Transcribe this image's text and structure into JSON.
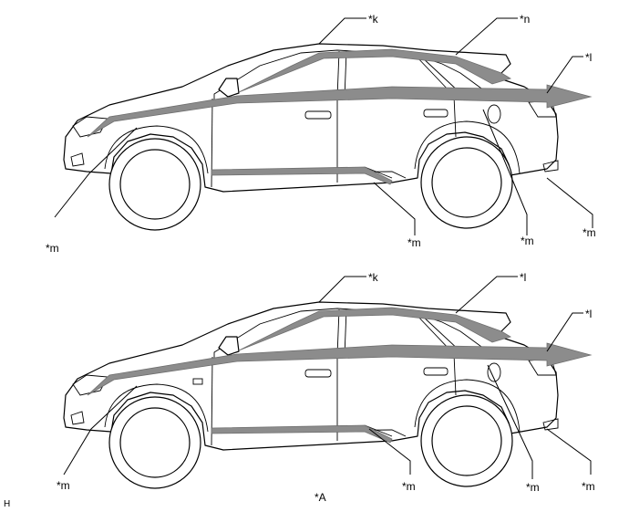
{
  "figure_code": "H",
  "caption": "*A",
  "colors": {
    "arrow_fill": "#8c8c8c",
    "outline": "#000000"
  },
  "top_view": {
    "labels": {
      "roof": "*k",
      "rear_upper": "*n",
      "tail": "*l",
      "front_fender": "*m",
      "rocker": "*m",
      "rear_door": "*m",
      "rear_bumper": "*m"
    }
  },
  "bottom_view": {
    "labels": {
      "roof": "*k",
      "rear_upper": "*l",
      "tail": "*l",
      "front_fender": "*m",
      "rocker": "*m",
      "rear_door": "*m",
      "rear_bumper": "*m"
    }
  }
}
